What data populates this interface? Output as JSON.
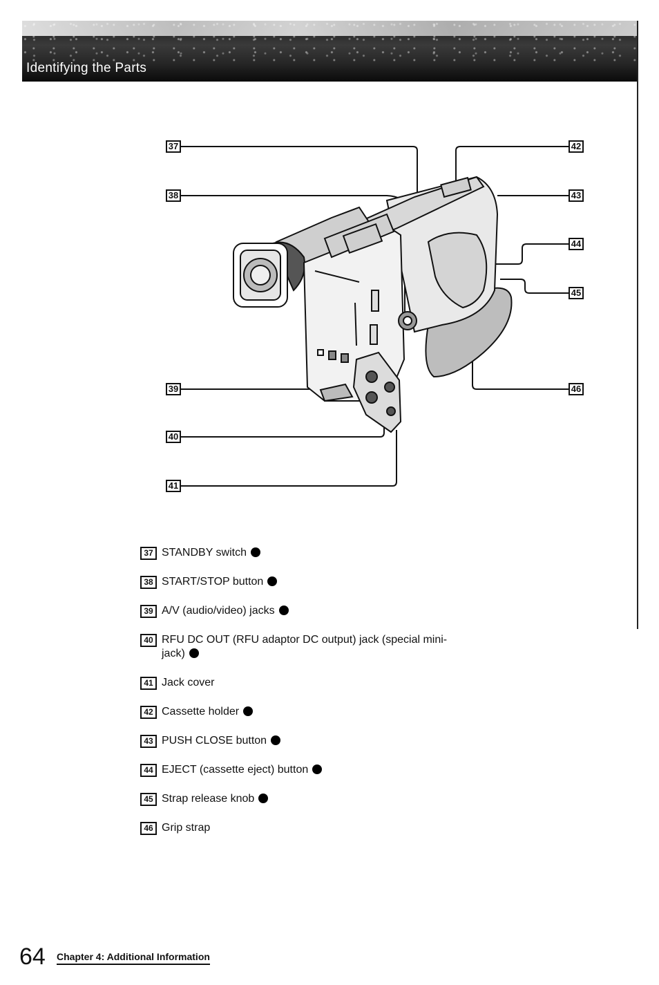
{
  "header": {
    "title": "Identifying the Parts"
  },
  "callouts": [
    "37",
    "38",
    "39",
    "40",
    "41",
    "42",
    "43",
    "44",
    "45",
    "46"
  ],
  "parts": [
    {
      "num": "37",
      "text": "STANDBY switch",
      "dot": true
    },
    {
      "num": "38",
      "text": "START/STOP button",
      "dot": true
    },
    {
      "num": "39",
      "text": "A/V (audio/video) jacks",
      "dot": true
    },
    {
      "num": "40",
      "text": "RFU DC OUT (RFU adaptor DC output) jack (special mini-jack)",
      "dot": true
    },
    {
      "num": "41",
      "text": "Jack cover",
      "dot": false
    },
    {
      "num": "42",
      "text": "Cassette holder",
      "dot": true
    },
    {
      "num": "43",
      "text": "PUSH CLOSE button",
      "dot": true
    },
    {
      "num": "44",
      "text": "EJECT (cassette eject) button",
      "dot": true
    },
    {
      "num": "45",
      "text": "Strap release knob",
      "dot": true
    },
    {
      "num": "46",
      "text": "Grip strap",
      "dot": false
    }
  ],
  "footer": {
    "page_number": "64",
    "chapter": "Chapter 4: Additional Information"
  }
}
